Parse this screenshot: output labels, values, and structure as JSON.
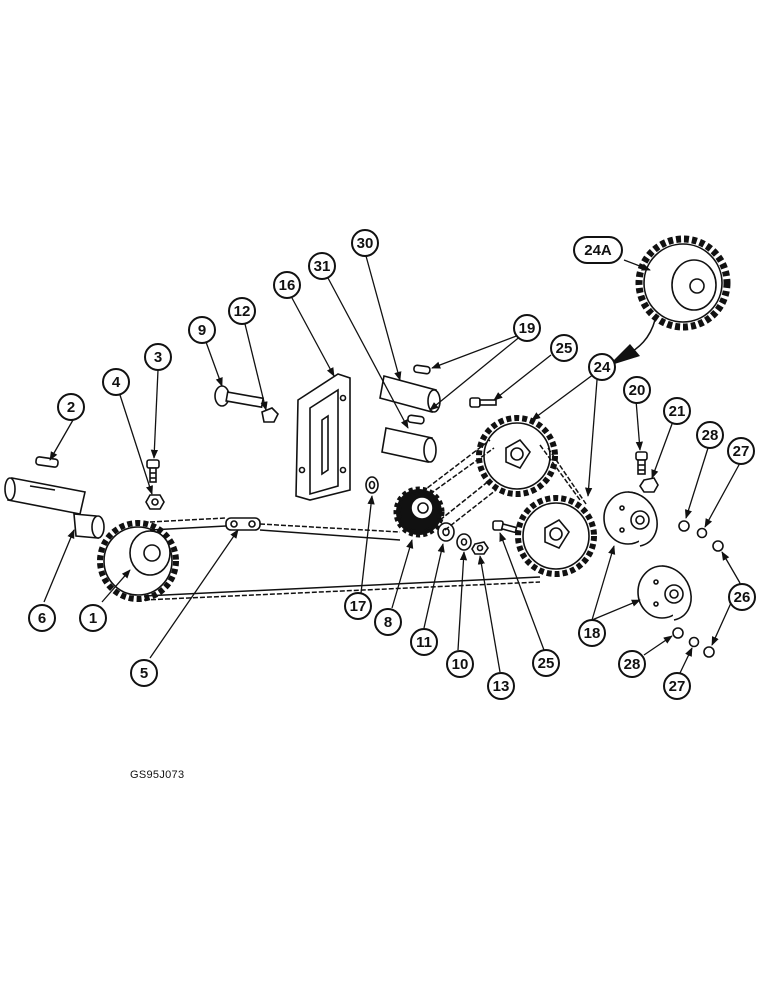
{
  "callouts": [
    "1",
    "2",
    "3",
    "4",
    "5",
    "6",
    "8",
    "9",
    "10",
    "11",
    "12",
    "13",
    "16",
    "17",
    "18",
    "19",
    "20",
    "21",
    "24",
    "24A",
    "25",
    "25",
    "26",
    "27",
    "27",
    "28",
    "28",
    "30",
    "31"
  ],
  "reference_code": "GS95J073",
  "colors": {
    "ink": "#111111",
    "background": "#ffffff"
  }
}
